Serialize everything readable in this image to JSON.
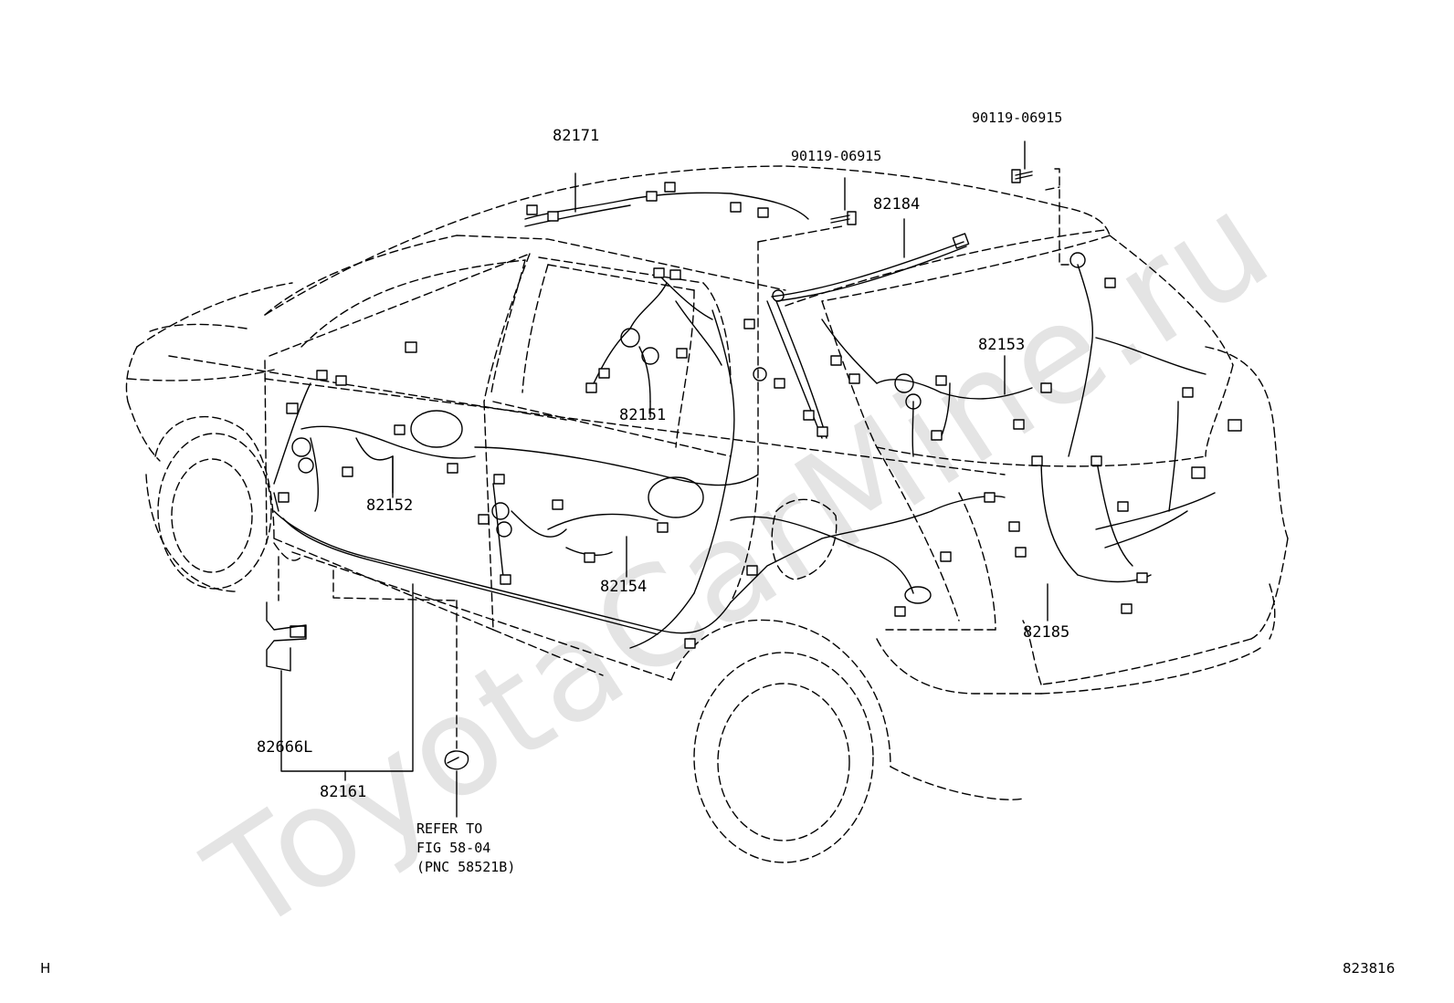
{
  "watermark": "ToyotaCarMine.ru",
  "corner_left": "H",
  "corner_right": "823816",
  "part_labels": {
    "p82171": "82171",
    "p90119a": "90119-06915",
    "p90119b": "90119-06915",
    "p82184": "82184",
    "p82153": "82153",
    "p82151": "82151",
    "p82152": "82152",
    "p82154": "82154",
    "p82185": "82185",
    "p82666L": "82666L",
    "p82161": "82161"
  },
  "reference_note": {
    "line1": "REFER TO",
    "line2": "FIG 58-04",
    "line3": "(PNC 58521B)"
  }
}
